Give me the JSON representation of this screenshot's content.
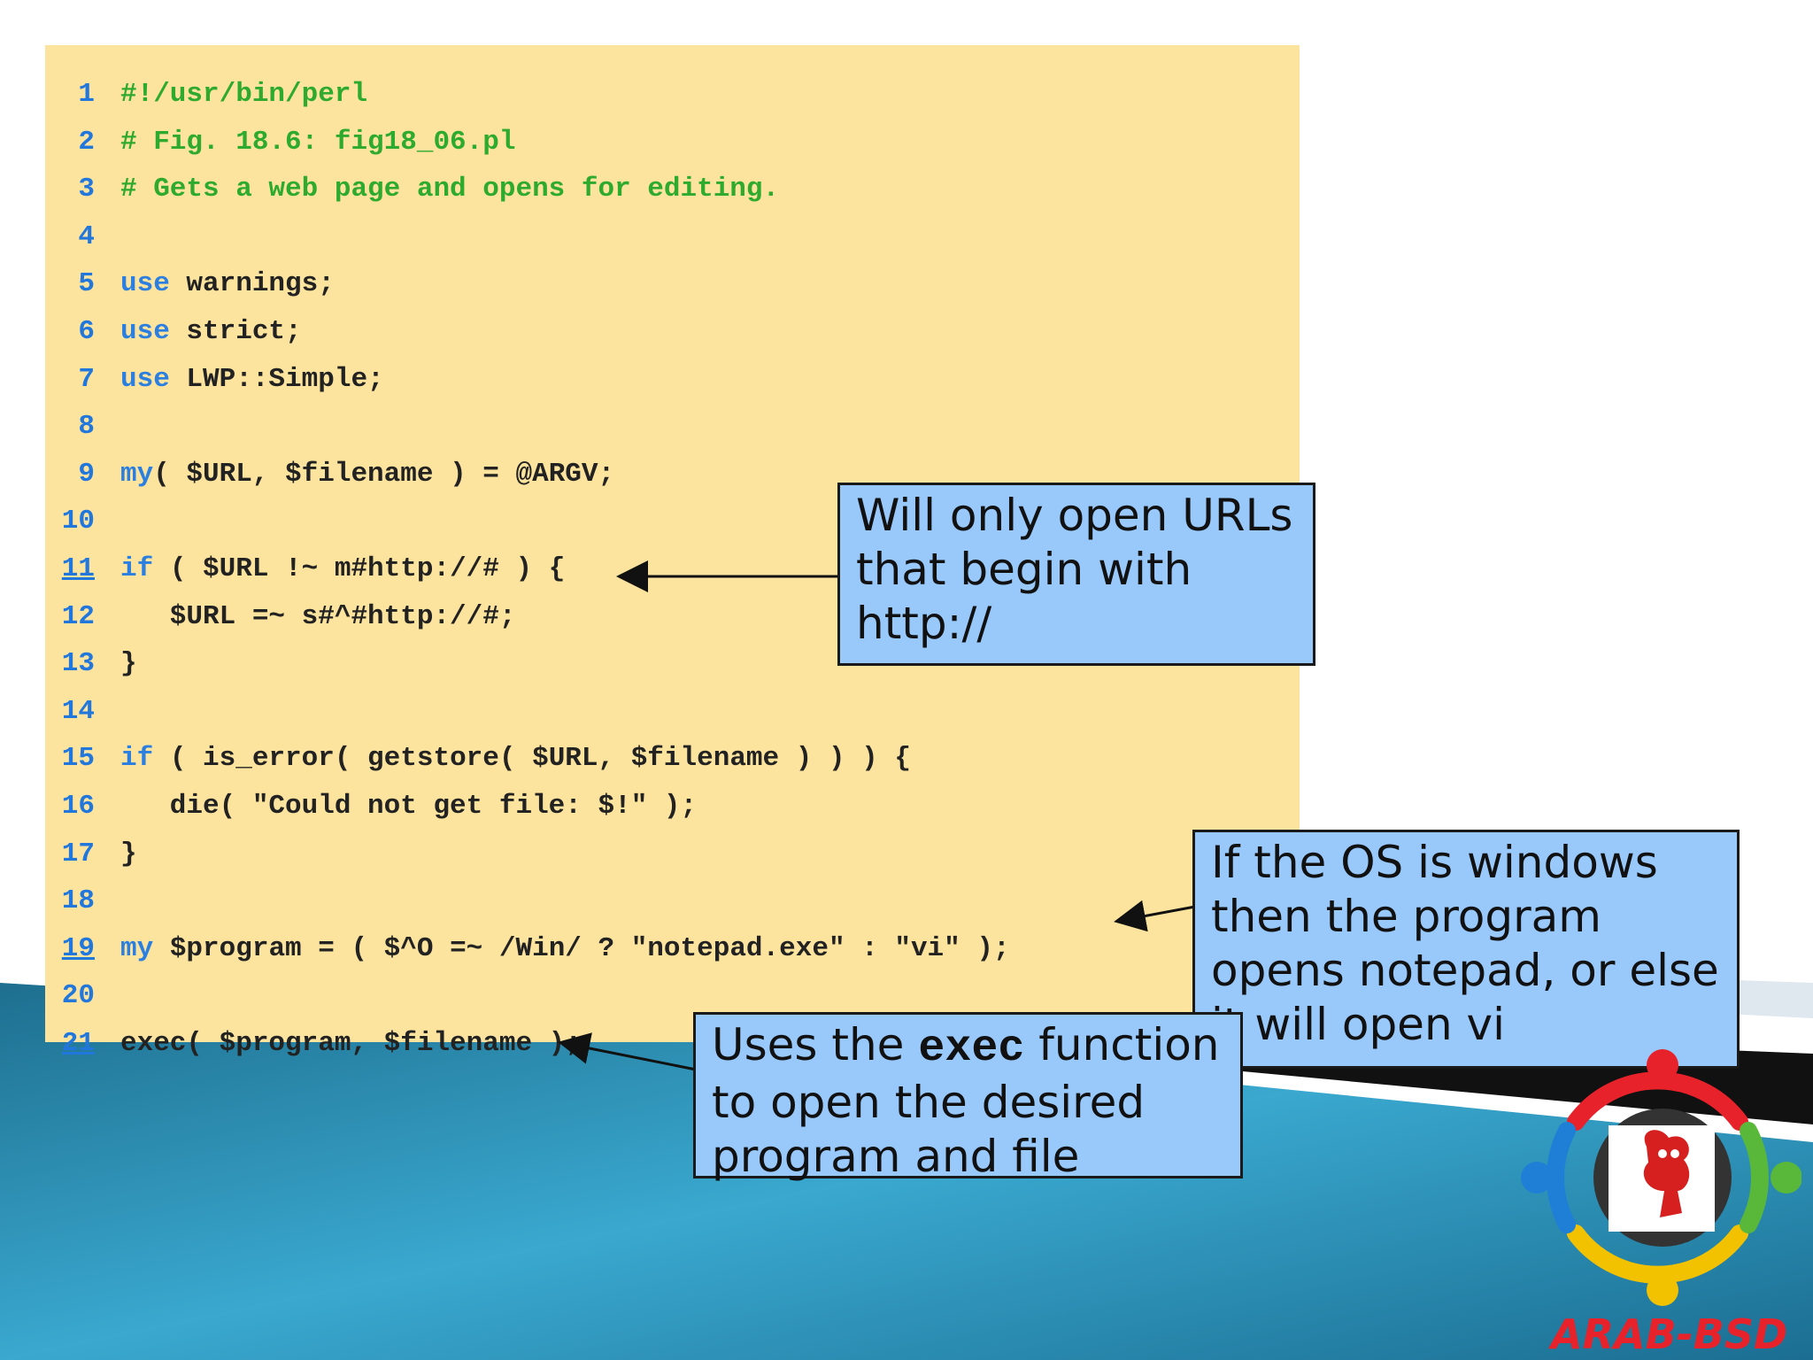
{
  "code": {
    "lines": [
      {
        "num": "1",
        "underline": false,
        "tokens": [
          {
            "text": "#!/usr/bin/perl",
            "cls": "cm"
          }
        ]
      },
      {
        "num": "2",
        "underline": false,
        "tokens": [
          {
            "text": "# Fig. 18.6: fig18_06.pl",
            "cls": "cm"
          }
        ]
      },
      {
        "num": "3",
        "underline": false,
        "tokens": [
          {
            "text": "# Gets a web page and opens for editing.",
            "cls": "cm"
          }
        ]
      },
      {
        "num": "4",
        "underline": false,
        "tokens": []
      },
      {
        "num": "5",
        "underline": false,
        "tokens": [
          {
            "text": "use",
            "cls": "kw"
          },
          {
            "text": " warnings;",
            "cls": ""
          }
        ]
      },
      {
        "num": "6",
        "underline": false,
        "tokens": [
          {
            "text": "use",
            "cls": "kw"
          },
          {
            "text": " strict;",
            "cls": ""
          }
        ]
      },
      {
        "num": "7",
        "underline": false,
        "tokens": [
          {
            "text": "use",
            "cls": "kw"
          },
          {
            "text": " LWP::Simple;",
            "cls": ""
          }
        ]
      },
      {
        "num": "8",
        "underline": false,
        "tokens": []
      },
      {
        "num": "9",
        "underline": false,
        "tokens": [
          {
            "text": "my",
            "cls": "kw"
          },
          {
            "text": "( $URL, $filename ) = @ARGV;",
            "cls": ""
          }
        ]
      },
      {
        "num": "10",
        "underline": false,
        "tokens": []
      },
      {
        "num": "11",
        "underline": true,
        "tokens": [
          {
            "text": "if",
            "cls": "kw"
          },
          {
            "text": " ( $URL !~ m#http://# ) {",
            "cls": ""
          }
        ]
      },
      {
        "num": "12",
        "underline": false,
        "tokens": [
          {
            "text": "   $URL =~ s#^#http://#;",
            "cls": ""
          }
        ]
      },
      {
        "num": "13",
        "underline": false,
        "tokens": [
          {
            "text": "}",
            "cls": ""
          }
        ]
      },
      {
        "num": "14",
        "underline": false,
        "tokens": []
      },
      {
        "num": "15",
        "underline": false,
        "tokens": [
          {
            "text": "if",
            "cls": "kw"
          },
          {
            "text": " ( is_error( getstore( $URL, $filename ) ) ) {",
            "cls": ""
          }
        ]
      },
      {
        "num": "16",
        "underline": false,
        "tokens": [
          {
            "text": "   die( \"Could not get file: $!\" );",
            "cls": ""
          }
        ]
      },
      {
        "num": "17",
        "underline": false,
        "tokens": [
          {
            "text": "}",
            "cls": ""
          }
        ]
      },
      {
        "num": "18",
        "underline": false,
        "tokens": []
      },
      {
        "num": "19",
        "underline": true,
        "tokens": [
          {
            "text": "my",
            "cls": "kw"
          },
          {
            "text": " $program = ( $^O =~ /Win/ ? \"notepad.exe\" : \"vi\" );",
            "cls": ""
          }
        ]
      },
      {
        "num": "20",
        "underline": false,
        "tokens": []
      },
      {
        "num": "21",
        "underline": true,
        "tokens": [
          {
            "text": "exec( $program, $filename );",
            "cls": ""
          }
        ]
      }
    ]
  },
  "callouts": {
    "url": {
      "lines": [
        "Will only open URLs",
        "that begin with",
        "http://"
      ]
    },
    "os": {
      "lines": [
        "If the OS is windows",
        "then the program",
        "opens notepad, or else",
        "it will open vi"
      ]
    },
    "exec": {
      "pre": "Uses the ",
      "mono": "exec",
      "post": " function",
      "line2": "to open the desired",
      "line3": "program and file"
    }
  },
  "logo": {
    "brand": "ARAB-BSD"
  },
  "colors": {
    "code_bg": "#fde49e",
    "comment": "#2eaa2e",
    "keyword": "#2b7fe0",
    "callout_bg": "#99c8fb",
    "brand": "#e8222a"
  }
}
